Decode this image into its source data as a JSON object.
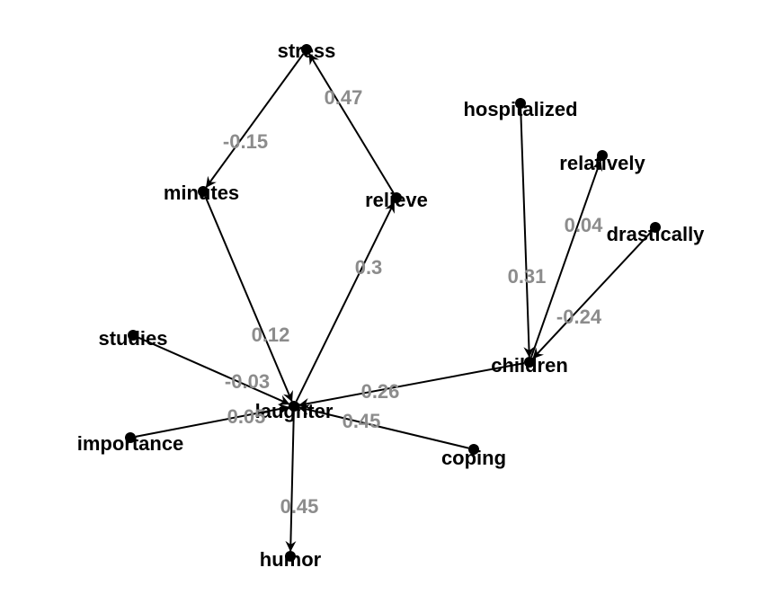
{
  "graph": {
    "nodes": [
      {
        "id": "stress",
        "label": "stress"
      },
      {
        "id": "minutes",
        "label": "minutes"
      },
      {
        "id": "relieve",
        "label": "relieve"
      },
      {
        "id": "hospitalized",
        "label": "hospitalized"
      },
      {
        "id": "relatively",
        "label": "relatively"
      },
      {
        "id": "drastically",
        "label": "drastically"
      },
      {
        "id": "studies",
        "label": "studies"
      },
      {
        "id": "children",
        "label": "children"
      },
      {
        "id": "laughter",
        "label": "laughter"
      },
      {
        "id": "importance",
        "label": "importance"
      },
      {
        "id": "coping",
        "label": "coping"
      },
      {
        "id": "humor",
        "label": "humor"
      }
    ],
    "edges": [
      {
        "from": "stress",
        "to": "minutes",
        "weight": "-0.15"
      },
      {
        "from": "relieve",
        "to": "stress",
        "weight": "0.47"
      },
      {
        "from": "minutes",
        "to": "laughter",
        "weight": "0.12"
      },
      {
        "from": "laughter",
        "to": "relieve",
        "weight": "0.3"
      },
      {
        "from": "hospitalized",
        "to": "children",
        "weight": "0.31"
      },
      {
        "from": "children",
        "to": "relatively",
        "weight": "0.04"
      },
      {
        "from": "drastically",
        "to": "children",
        "weight": "-0.24"
      },
      {
        "from": "studies",
        "to": "laughter",
        "weight": "-0.03"
      },
      {
        "from": "children",
        "to": "laughter",
        "weight": "0.26"
      },
      {
        "from": "importance",
        "to": "laughter",
        "weight": "0.05"
      },
      {
        "from": "coping",
        "to": "laughter",
        "weight": "0.45"
      },
      {
        "from": "laughter",
        "to": "humor",
        "weight": "0.45"
      }
    ]
  }
}
